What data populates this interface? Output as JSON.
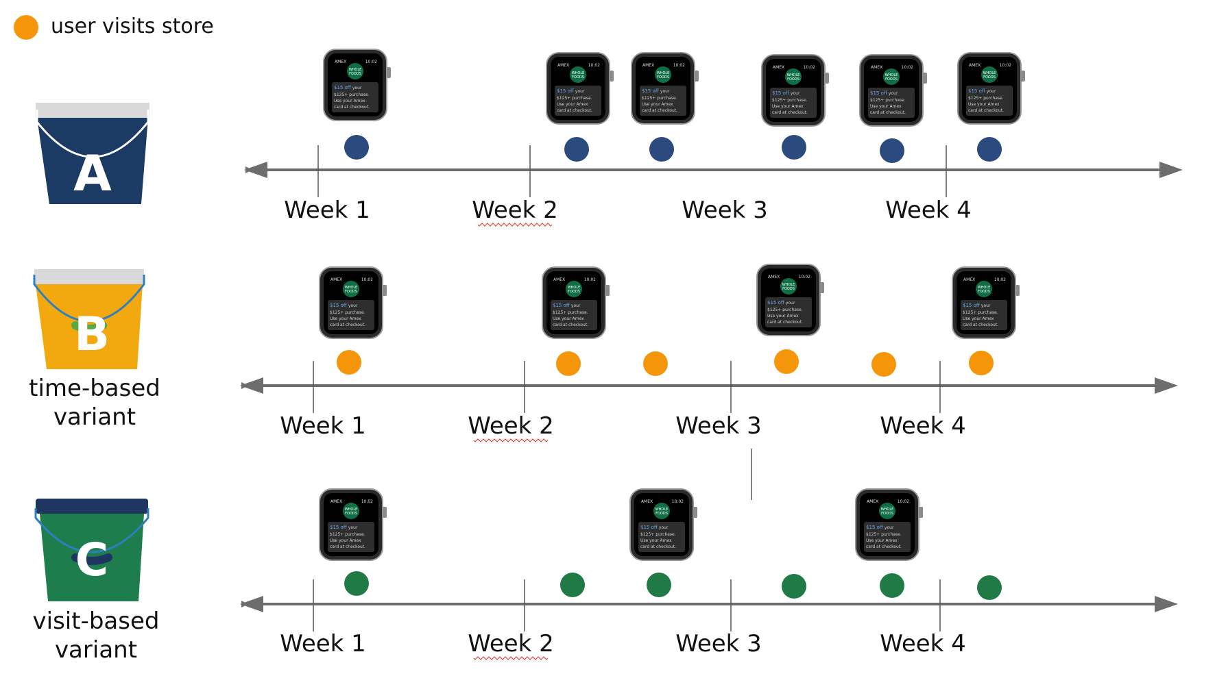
{
  "legend": {
    "label": "user visits store",
    "color": "#f5960a"
  },
  "buckets": [
    {
      "id": "A",
      "letter": "A",
      "caption": [],
      "body_color": "#1b3a64",
      "rim_color": "#d9d9d9",
      "dot_color": "#2b4a7e",
      "handle_color": "#ffffff",
      "week_labels": [
        "Week 1",
        "Week 2",
        "Week 3",
        "Week 4"
      ]
    },
    {
      "id": "B",
      "letter": "B",
      "caption": [
        "time-based",
        "variant"
      ],
      "body_color": "#f1a90f",
      "rim_color": "#d9d9d9",
      "dot_color": "#f5960a",
      "handle_color": "#2e7ec0",
      "week_labels": [
        "Week 1",
        "Week 2",
        "Week 3",
        "Week 4"
      ]
    },
    {
      "id": "C",
      "letter": "C",
      "caption": [
        "visit-based",
        "variant"
      ],
      "body_color": "#1d7d4c",
      "rim_color": "#1e3560",
      "dot_color": "#1f7a45",
      "handle_color": "#2e7ec0",
      "week_labels": [
        "Week 1",
        "Week 2",
        "Week 3",
        "Week 4"
      ]
    }
  ],
  "watch": {
    "carrier": "AMEX",
    "time": "10:02",
    "brand_line1": "WHOLE",
    "brand_line2": "FOODS",
    "offer_highlight": "$15 off",
    "offer_rest": "your",
    "line2": "$125+ purchase.",
    "line3": "Use your Amex",
    "line4": "card at checkout."
  },
  "colors": {
    "axis": "#6d6d6d",
    "tick": "#555555",
    "text": "#111111",
    "spell_underline": "#e03030"
  }
}
